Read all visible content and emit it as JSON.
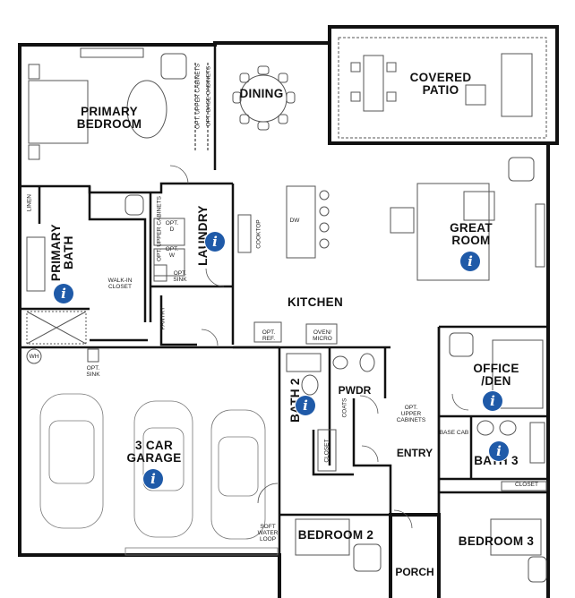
{
  "rooms": {
    "primary_bedroom": "PRIMARY\nBEDROOM",
    "dining": "DINING",
    "covered_patio": "COVERED\nPATIO",
    "great_room": "GREAT\nROOM",
    "kitchen": "KITCHEN",
    "primary_bath": "PRIMARY\nBATH",
    "laundry": "LAUNDRY",
    "office_den": "OFFICE\n/DEN",
    "bath_2": "BATH 2",
    "pwdr": "PWDR",
    "garage": "3 CAR\nGARAGE",
    "entry": "ENTRY",
    "bath_3": "BATH 3",
    "bedroom_2": "BEDROOM 2",
    "bedroom_3": "BEDROOM 3",
    "porch": "PORCH"
  },
  "small_labels": {
    "linen": "LINEN",
    "walk_in_closet": "WALK-IN\nCLOSET",
    "opt_upper_cabinets_dining": "OPT. UPPER CABINETS",
    "opt_base_cabinets_dining": "OPT. BASE CABINETS",
    "opt_upper_cabinets_laundry": "OPT. UPPER CABINETS",
    "opt_d": "OPT.\nD",
    "opt_w": "OPT.\nW",
    "opt_sink_laundry": "OPT.\nSINK",
    "pantry": "PANTRY",
    "cooktop": "COOKTOP",
    "dw": "DW",
    "opt_ref": "OPT.\nREF.",
    "oven_micro": "OVEN/\nMICRO",
    "wh": "WH",
    "opt_sink_garage": "OPT.\nSINK",
    "coats": "COATS",
    "opt_upper_cabinets_entry": "OPT.\nUPPER\nCABINETS",
    "base_cab": "BASE CAB",
    "closet_bath3": "CLOSET",
    "closet_bath2": "CLOSET",
    "soft_water_loop": "SOFT\nWATER\nLOOP"
  },
  "info_icon_glyph": "i",
  "colors": {
    "wall": "#111111",
    "line": "#555555",
    "info": "#1f5aa8"
  }
}
